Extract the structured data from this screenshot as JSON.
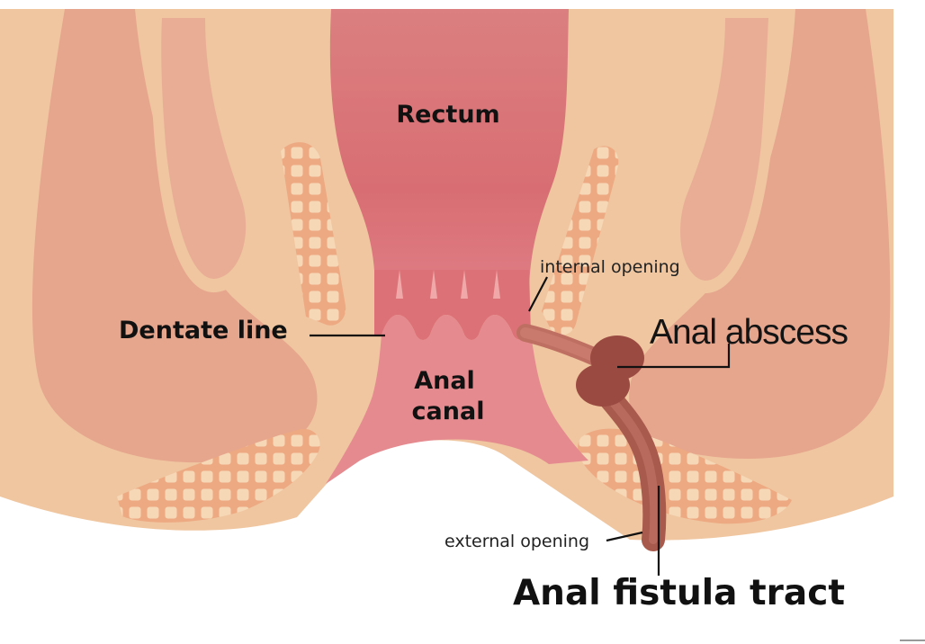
{
  "labels": {
    "rectum": "Rectum",
    "dentate_line": "Dentate line",
    "anal_canal_line1": "Anal",
    "anal_canal_line2": "canal",
    "internal_opening": "internal opening",
    "anal_abscess": "Anal abscess",
    "external_opening": "external opening",
    "anal_fistula_tract": "Anal fistula tract"
  },
  "colors": {
    "skin_tissue": "#efc6a0",
    "muscle": "#e6a58d",
    "muscle_mesh": "#eda982",
    "rectum_wall": "#e07c7b",
    "anal_canal": "#e58a8f",
    "abscess": "#9b4a42",
    "fistula_tract": "#a85a4c",
    "background": "#ffffff",
    "text": "#111111"
  }
}
